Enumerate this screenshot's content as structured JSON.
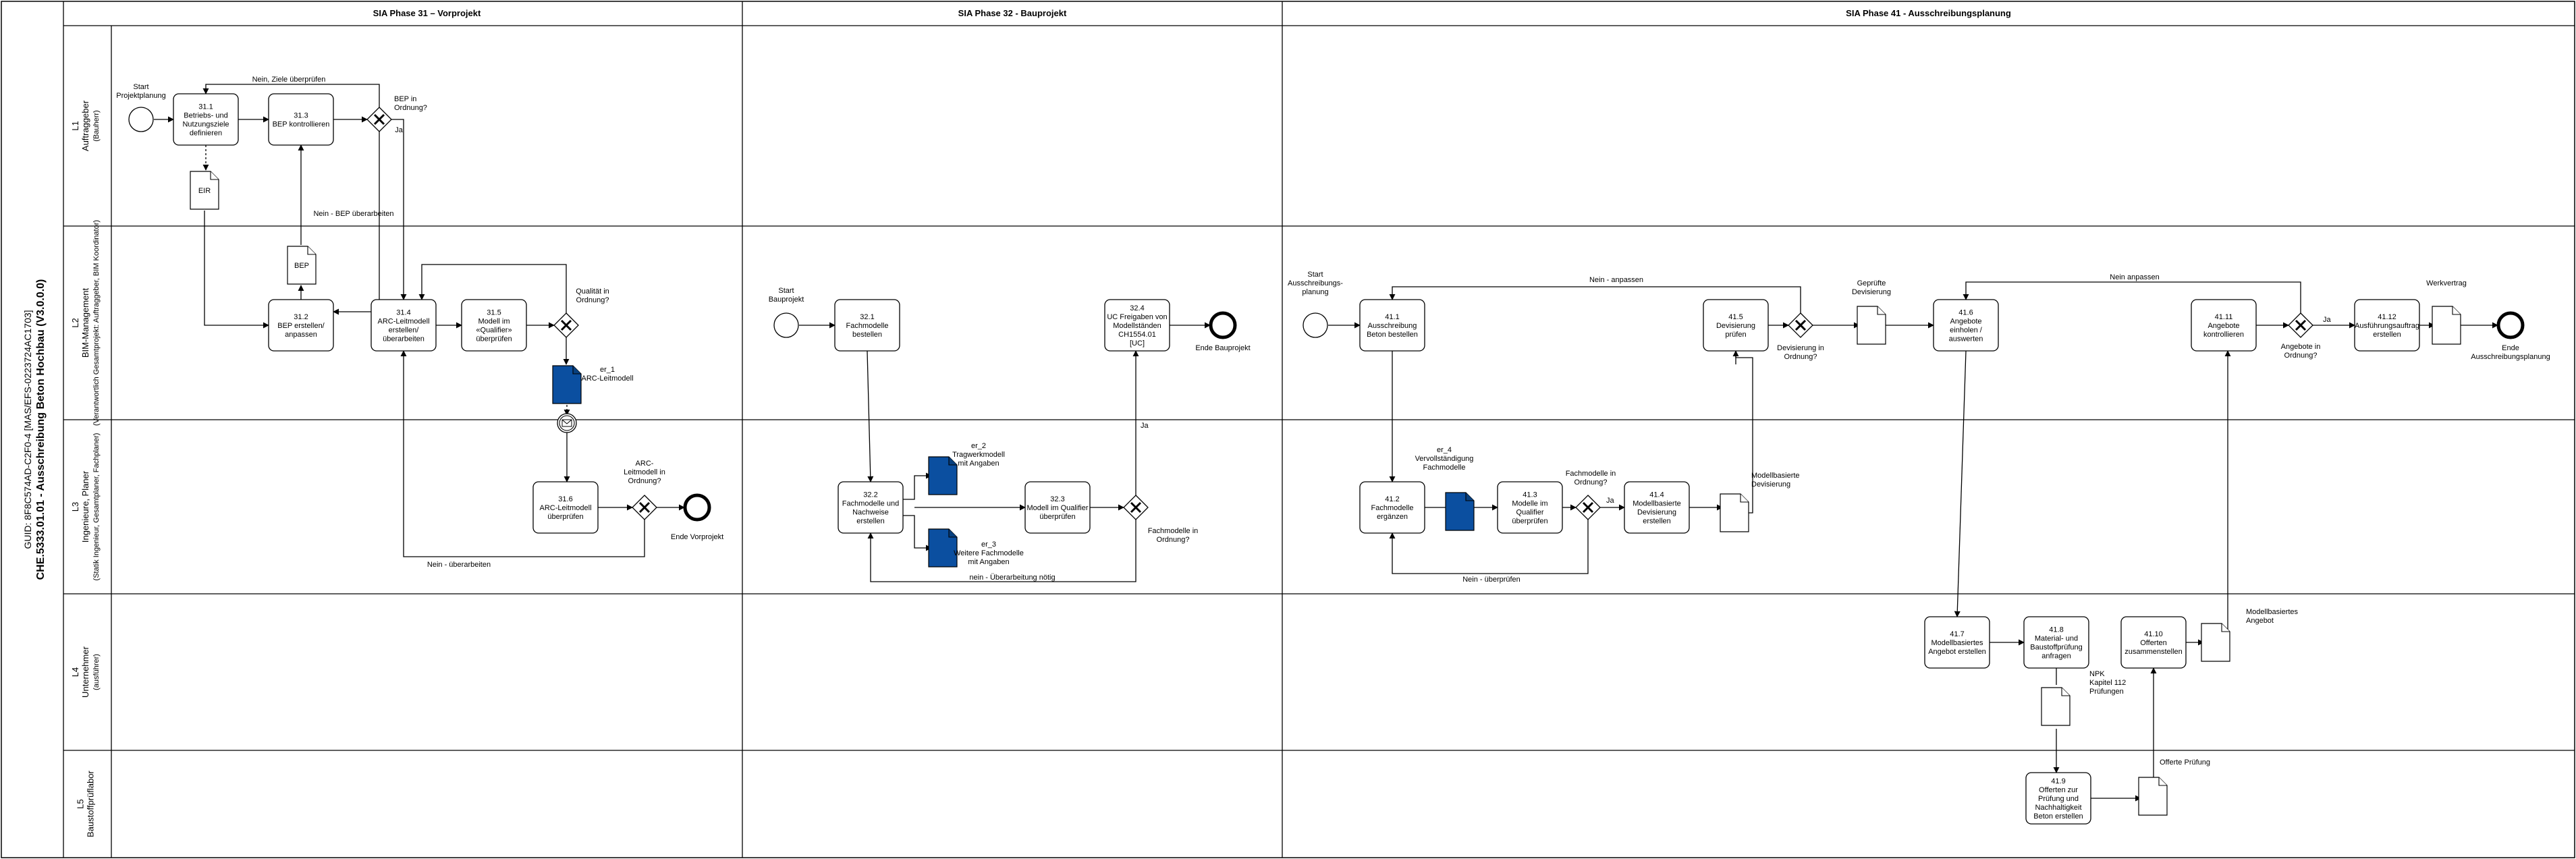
{
  "pool": {
    "line1": "GUID: 8F8C574AD-C2F0-4 [MAS/EFS-0223724AC1703]",
    "line2": "CHE.5333.01.01 - Ausschreibung Beton Hochbau (V3.0.0.0)"
  },
  "phases": [
    {
      "id": "p31",
      "label": "SIA Phase 31 – Vorprojekt"
    },
    {
      "id": "p32",
      "label": "SIA Phase 32 - Bauprojekt"
    },
    {
      "id": "p41",
      "label": "SIA Phase 41 - Ausschreibungsplanung"
    }
  ],
  "lanes": [
    {
      "id": "L1",
      "code": "L1",
      "name": "Auftraggeber",
      "sub": "(Bauherr)"
    },
    {
      "id": "L2",
      "code": "L2",
      "name": "BIM-Management",
      "sub": "(Verantwortlich Gesamtprojekt: Auftraggeber, BIM Koordinator)"
    },
    {
      "id": "L3",
      "code": "L3",
      "name": "Ingenieure, Planer",
      "sub": "(Statik Ingenieur, Gesamtplaner, Fachplaner)"
    },
    {
      "id": "L4",
      "code": "L4",
      "name": "Unternehmer",
      "sub": "(ausführer)"
    },
    {
      "id": "L5",
      "code": "L5",
      "name": "Baustoffprüflabor",
      "sub": ""
    }
  ],
  "tasks": [
    {
      "id": "t311",
      "label": "31.1\nBetriebs- und\nNutzungsziele\ndefinieren"
    },
    {
      "id": "t313",
      "label": "31.3\nBEP kontrollieren"
    },
    {
      "id": "t312",
      "label": "31.2\nBEP erstellen/\nanpassen"
    },
    {
      "id": "t314",
      "label": "31.4\nARC-Leitmodell\nerstellen/\nüberarbeiten"
    },
    {
      "id": "t315",
      "label": "31.5\nModell im\n«Qualifier»\nüberprüfen"
    },
    {
      "id": "t316",
      "label": "31.6\nARC-Leitmodell\nüberprüfen"
    },
    {
      "id": "t321",
      "label": "32.1\nFachmodelle\nbestellen"
    },
    {
      "id": "t322",
      "label": "32.2\nFachmodelle und\nNachweise\nerstellen"
    },
    {
      "id": "t323",
      "label": "32.3\nModell im Qualifier\nüberprüfen"
    },
    {
      "id": "t324",
      "label": "32.4\nUC Freigaben von\nModellständen\nCH1554.01\n[UC]"
    },
    {
      "id": "t411",
      "label": "41.1\nAusschreibung\nBeton bestellen"
    },
    {
      "id": "t412",
      "label": "41.2\nFachmodelle\nergänzen"
    },
    {
      "id": "t413",
      "label": "41.3\nModelle im\nQualifier\nüberprüfen"
    },
    {
      "id": "t414",
      "label": "41.4\nModellbasierte\nDevisierung\nerstellen"
    },
    {
      "id": "t415",
      "label": "41.5\nDevisierung\nprüfen"
    },
    {
      "id": "t416",
      "label": "41.6\nAngebote\neinholen /\nauswerten"
    },
    {
      "id": "t417",
      "label": "41.7\nModellbasiertes\nAngebot erstellen"
    },
    {
      "id": "t418",
      "label": "41.8\nMaterial- und\nBaustoffprüfung\nanfragen"
    },
    {
      "id": "t419",
      "label": "41.9\nOfferten zur\nPrüfung und\nNachhaltigkeit\nBeton erstellen"
    },
    {
      "id": "t4110",
      "label": "41.10\nOfferten\nzusammenstellen"
    },
    {
      "id": "t4111",
      "label": "41.11\nAngebote\nkontrollieren"
    },
    {
      "id": "t4112",
      "label": "41.12\nAusführungsauftrag\nerstellen"
    }
  ],
  "events": [
    {
      "id": "s31",
      "type": "start",
      "label": "Start\nProjektplanung"
    },
    {
      "id": "e31",
      "type": "end",
      "label": "Ende Vorprojekt"
    },
    {
      "id": "s32",
      "type": "start",
      "label": "Start\nBauprojekt"
    },
    {
      "id": "e32",
      "type": "end",
      "label": "Ende Bauprojekt"
    },
    {
      "id": "s41",
      "type": "start",
      "label": "Start\nAusschreibungs-\nplanung"
    },
    {
      "id": "e41",
      "type": "end",
      "label": "Ende\nAusschreibungsplanung"
    },
    {
      "id": "msg",
      "type": "intermediate-message",
      "label": ""
    }
  ],
  "gateways": [
    {
      "id": "g1",
      "label": "BEP in\nOrdnung?"
    },
    {
      "id": "g2",
      "label": "Qualität in\nOrdnung?"
    },
    {
      "id": "g3",
      "label": "ARC-\nLeitmodell in\nOrdnung?"
    },
    {
      "id": "g4",
      "label": "Fachmodelle in\nOrdnung?"
    },
    {
      "id": "g5",
      "label": "Fachmodelle in\nOrdnung?"
    },
    {
      "id": "g6",
      "label": "Devisierung in\nOrdnung?"
    },
    {
      "id": "g7",
      "label": "Angebote in\nOrdnung?"
    }
  ],
  "data_objects": [
    {
      "id": "eir",
      "label": "EIR",
      "filled": false
    },
    {
      "id": "bep",
      "label": "BEP",
      "filled": false
    },
    {
      "id": "er1",
      "label": "er_1\nARC-Leitmodell",
      "filled": true
    },
    {
      "id": "er2",
      "label": "er_2\nTragwerkmodell\nmit Angaben",
      "filled": true
    },
    {
      "id": "er3",
      "label": "er_3\nWeitere Fachmodelle\nmit Angaben",
      "filled": true
    },
    {
      "id": "er4",
      "label": "er_4\nVervollständigung\nFachmodelle",
      "filled": true
    },
    {
      "id": "dev",
      "label": "Modellbasierte\nDevisierung",
      "filled": false
    },
    {
      "id": "gdev",
      "label": "Geprüfte\nDevisierung",
      "filled": false
    },
    {
      "id": "wv",
      "label": "Werkvertrag",
      "filled": false
    },
    {
      "id": "npk",
      "label": "NPK\nKapitel 112\nPrüfungen",
      "filled": false
    },
    {
      "id": "op",
      "label": "Offerte Prüfung",
      "filled": false
    },
    {
      "id": "ma",
      "label": "Modellbasiertes\nAngebot",
      "filled": false
    }
  ],
  "flow_labels": {
    "nein_ziele": "Nein, Ziele überprüfen",
    "nein_bep": "Nein - BEP überarbeiten",
    "ja": "Ja",
    "nein_ueberarbeiten": "Nein - überarbeiten",
    "ja2": "Ja",
    "nein_ueberarbeitung": "nein - Überarbeitung nötig",
    "nein_anpassen1": "Nein - anpassen",
    "ja3": "Ja",
    "nein_ueberpruefen": "Nein - überprüfen",
    "nein_anpassen2": "Nein anpassen",
    "ja4": "Ja"
  },
  "colors": {
    "line": "#000000",
    "data_fill": "#0b4fa0",
    "task_fill": "#ffffff"
  }
}
